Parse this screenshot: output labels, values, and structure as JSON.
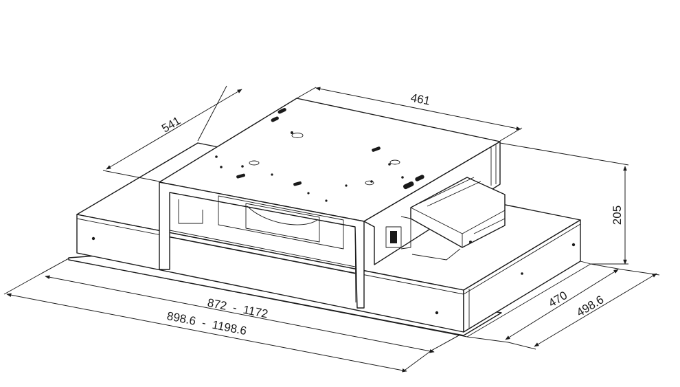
{
  "diagram": {
    "dimensions": {
      "width_inner": "872  -  1172",
      "width_outer": "898.6  -  1198.6",
      "depth_top": "541",
      "width_top": "461",
      "height": "205",
      "depth_inner": "470",
      "depth_outer": "498.6"
    },
    "colors": {
      "line": "#1a1a1a",
      "background": "#ffffff"
    }
  }
}
